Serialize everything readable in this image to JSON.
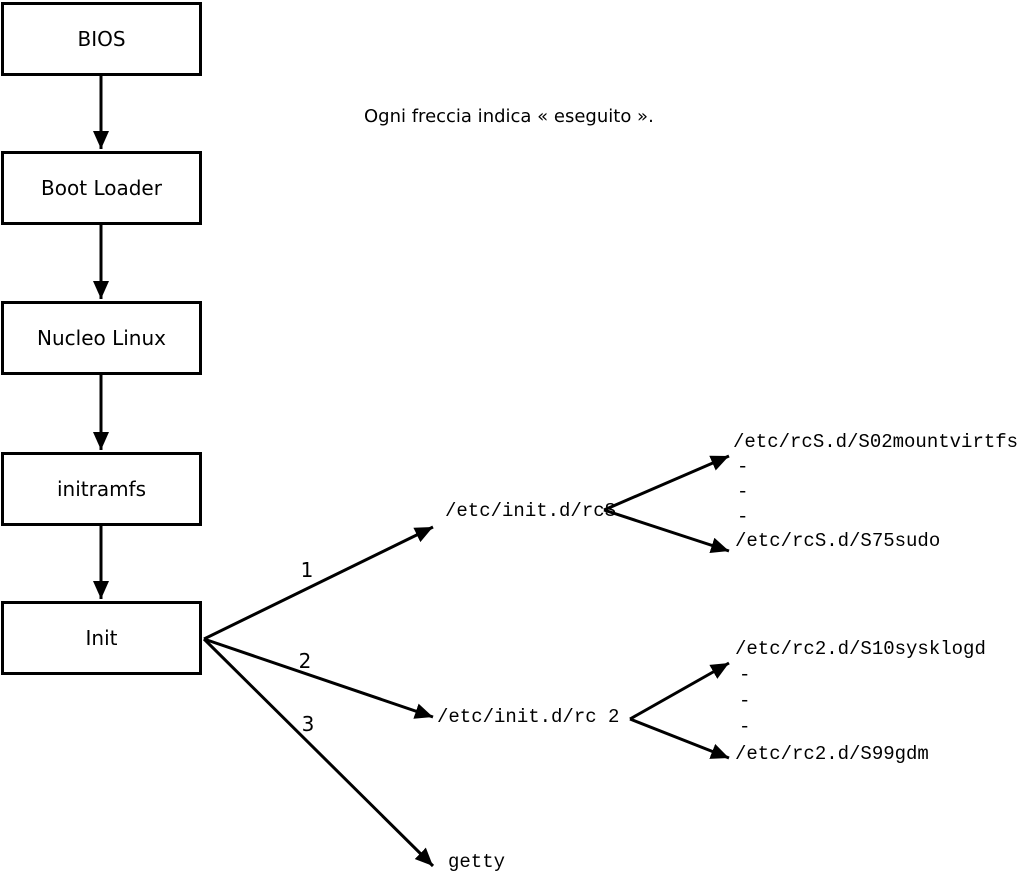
{
  "diagram": {
    "caption": "Ogni freccia indica « eseguito ».",
    "boxes": [
      {
        "label": "BIOS"
      },
      {
        "label": "Boot Loader"
      },
      {
        "label": "Nucleo Linux"
      },
      {
        "label": "initramfs"
      },
      {
        "label": "Init"
      }
    ],
    "branches": [
      {
        "number": "1",
        "target": "/etc/init.d/rcS"
      },
      {
        "number": "2",
        "target": "/etc/init.d/rc 2"
      },
      {
        "number": "3",
        "target": "getty"
      }
    ],
    "fork_rcs": {
      "first": "/etc/rcS.d/S02mountvirtfs",
      "dashes": [
        "-",
        "-",
        "-"
      ],
      "last": "/etc/rcS.d/S75sudo"
    },
    "fork_rc2": {
      "first": "/etc/rc2.d/S10sysklogd",
      "dashes": [
        "-",
        "-",
        "-"
      ],
      "last": "/etc/rc2.d/S99gdm"
    },
    "colors": {
      "ink": "#000000",
      "background": "#ffffff"
    }
  }
}
